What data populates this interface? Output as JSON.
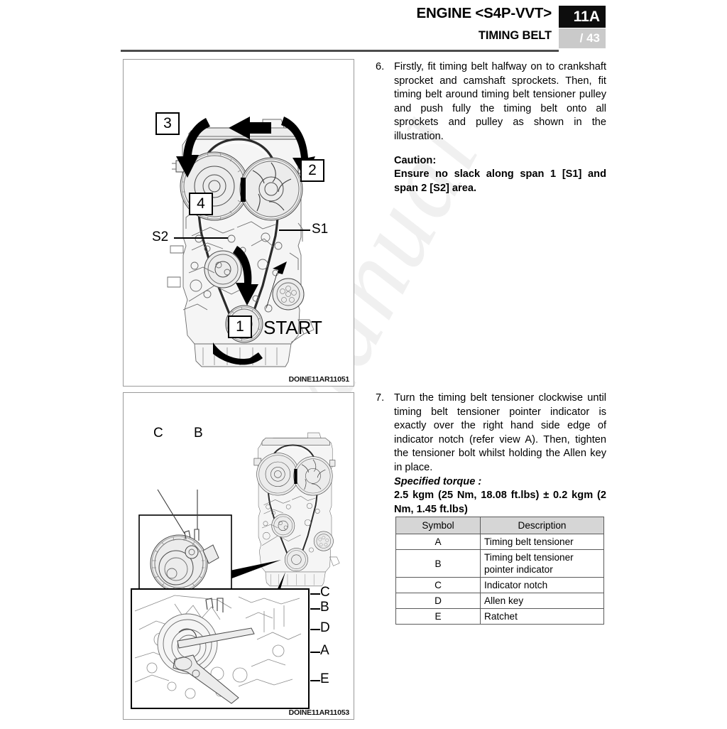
{
  "header": {
    "title": "ENGINE <S4P-VVT>",
    "subtitle": "TIMING BELT",
    "section_code": "11A",
    "page_number": "/ 43",
    "section_box_color": "#0d0d0d",
    "page_box_color": "#cacaca"
  },
  "watermark": {
    "text": "Car Manual"
  },
  "figures": [
    {
      "id": "DOINE11AR11051",
      "callouts": [
        {
          "name": "callout-3",
          "label": "3"
        },
        {
          "name": "callout-2",
          "label": "2"
        },
        {
          "name": "callout-4",
          "label": "4"
        },
        {
          "name": "callout-1",
          "label": "1"
        }
      ],
      "labels": [
        {
          "name": "label-s1",
          "text": "S1"
        },
        {
          "name": "label-s2",
          "text": "S2"
        },
        {
          "name": "label-start",
          "text": "START"
        }
      ]
    },
    {
      "id": "DOINE11AR11053",
      "inset_labels": [
        {
          "name": "inset-label-c",
          "text": "C"
        },
        {
          "name": "inset-label-b",
          "text": "B"
        }
      ],
      "photo_labels": [
        {
          "name": "photo-label-c",
          "text": "C"
        },
        {
          "name": "photo-label-b",
          "text": "B"
        },
        {
          "name": "photo-label-d",
          "text": "D"
        },
        {
          "name": "photo-label-a",
          "text": "A"
        },
        {
          "name": "photo-label-e",
          "text": "E"
        }
      ]
    }
  ],
  "steps": [
    {
      "number": "6.",
      "text": "Firstly, fit timing belt halfway on to crankshaft sprocket and camshaft sprockets. Then, fit timing belt around timing belt tensioner pulley and push fully the timing belt onto all sprockets and pulley as shown in the illustration.",
      "caution_heading": "Caution:",
      "caution_text": "Ensure no slack along span 1 [S1] and span 2 [S2] area."
    },
    {
      "number": "7.",
      "text": "Turn the timing belt tensioner clockwise until timing belt tensioner pointer indicator is exactly over the right hand side edge of indicator notch (refer view A). Then, tighten the tensioner bolt whilst holding the Allen key in place.",
      "torque_heading": "Specified torque :",
      "torque_value": "2.5 kgm (25 Nm, 18.08 ft.lbs) ± 0.2 kgm (2 Nm, 1.45 ft.lbs)"
    }
  ],
  "symbol_table": {
    "headers": {
      "symbol": "Symbol",
      "description": "Description"
    },
    "rows": [
      {
        "symbol": "A",
        "description": "Timing belt tensioner"
      },
      {
        "symbol": "B",
        "description": "Timing belt tensioner pointer indicator"
      },
      {
        "symbol": "C",
        "description": "Indicator notch"
      },
      {
        "symbol": "D",
        "description": "Allen key"
      },
      {
        "symbol": "E",
        "description": "Ratchet"
      }
    ]
  }
}
